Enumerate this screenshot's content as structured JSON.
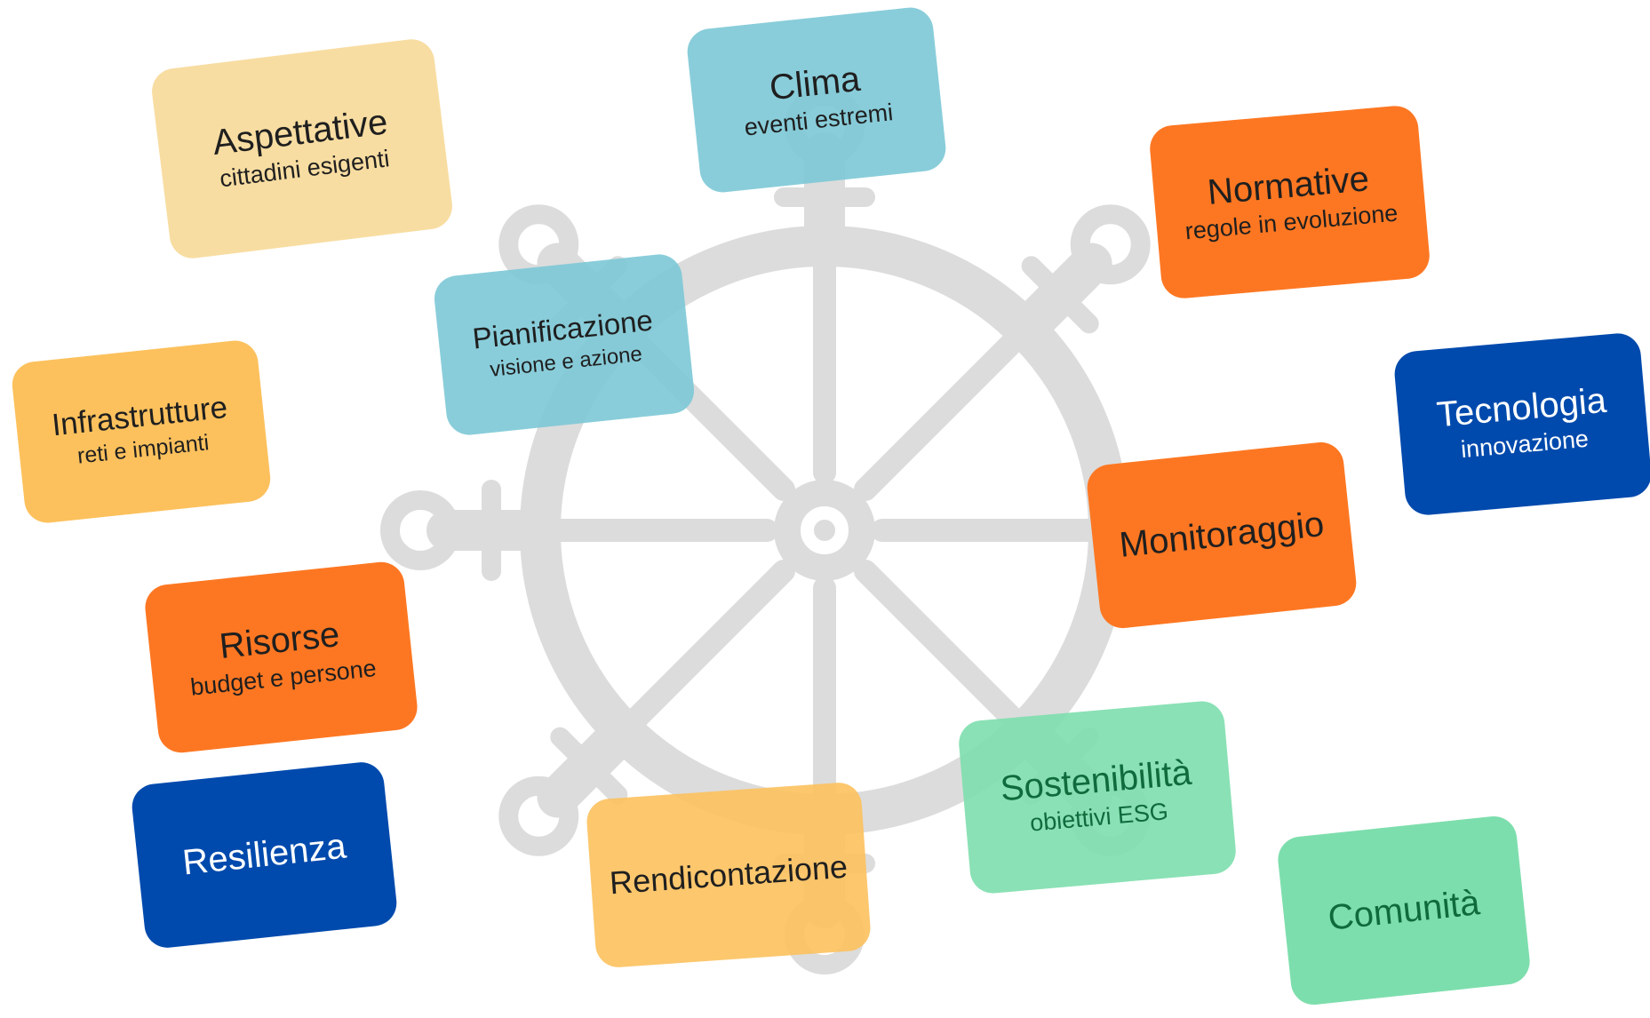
{
  "colors": {
    "wheel": "#dcdcdc",
    "background": "#ffffff"
  },
  "cards": {
    "aspettative": {
      "title": "Aspettative",
      "subtitle": "cittadini esigenti",
      "color": "#f7d998"
    },
    "clima": {
      "title": "Clima",
      "subtitle": "eventi estremi",
      "color": "#7cc8d6"
    },
    "normative": {
      "title": "Normative",
      "subtitle": "regole in evoluzione",
      "color": "#fd7722"
    },
    "pianificazione": {
      "title": "Pianificazione",
      "subtitle": "visione e azione",
      "color": "#7cc8d6"
    },
    "infrastrutture": {
      "title": "Infrastrutture",
      "subtitle": "reti e impianti",
      "color": "#fcc15d"
    },
    "tecnologia": {
      "title": "Tecnologia",
      "subtitle": "innovazione",
      "color": "#004aad"
    },
    "monitoraggio": {
      "title": "Monitoraggio",
      "subtitle": "",
      "color": "#fd7722"
    },
    "risorse": {
      "title": "Risorse",
      "subtitle": "budget e persone",
      "color": "#fd7722"
    },
    "resilienza": {
      "title": "Resilienza",
      "subtitle": "",
      "color": "#004aad"
    },
    "rendicontazione": {
      "title": "Rendicontazione",
      "subtitle": "",
      "color": "#fcc15d"
    },
    "sostenibilita": {
      "title": "Sostenibilità",
      "subtitle": "obiettivi ESG",
      "color": "#7ddead"
    },
    "comunita": {
      "title": "Comunità",
      "subtitle": "",
      "color": "#7ddead"
    }
  }
}
